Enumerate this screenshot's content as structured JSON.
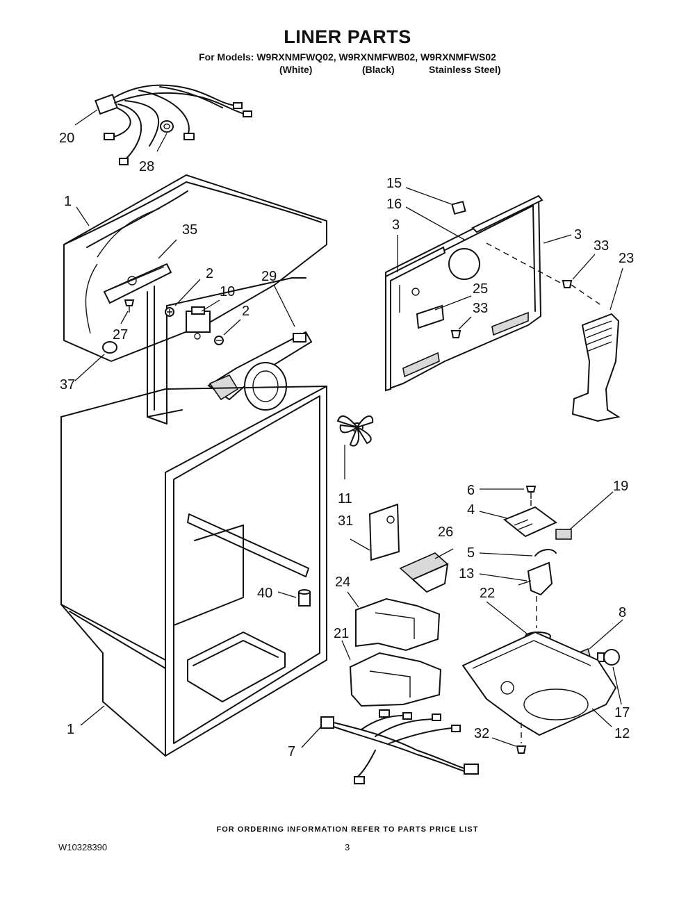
{
  "header": {
    "title": "LINER PARTS",
    "models_line": "For Models: W9RXNMFWQ02, W9RXNMFWB02, W9RXNMFWS02",
    "variants": [
      "(White)",
      "(Black)",
      "Stainless Steel)"
    ]
  },
  "callouts": {
    "c20": "20",
    "c28": "28",
    "c1a": "1",
    "c35": "35",
    "c2a": "2",
    "c10": "10",
    "c2b": "2",
    "c29": "29",
    "c27": "27",
    "c37": "37",
    "c15": "15",
    "c16": "16",
    "c3a": "3",
    "c3b": "3",
    "c33a": "33",
    "c23": "23",
    "c25": "25",
    "c33b": "33",
    "c11": "11",
    "c6": "6",
    "c19": "19",
    "c4": "4",
    "c31": "31",
    "c26": "26",
    "c5": "5",
    "c13": "13",
    "c24": "24",
    "c22": "22",
    "c40": "40",
    "c8": "8",
    "c21": "21",
    "c17": "17",
    "c1b": "1",
    "c12": "12",
    "c7": "7",
    "c32": "32"
  },
  "footer": {
    "ordering_note": "FOR ORDERING INFORMATION REFER TO PARTS PRICE LIST",
    "doc_number": "W10328390",
    "page_number": "3"
  }
}
